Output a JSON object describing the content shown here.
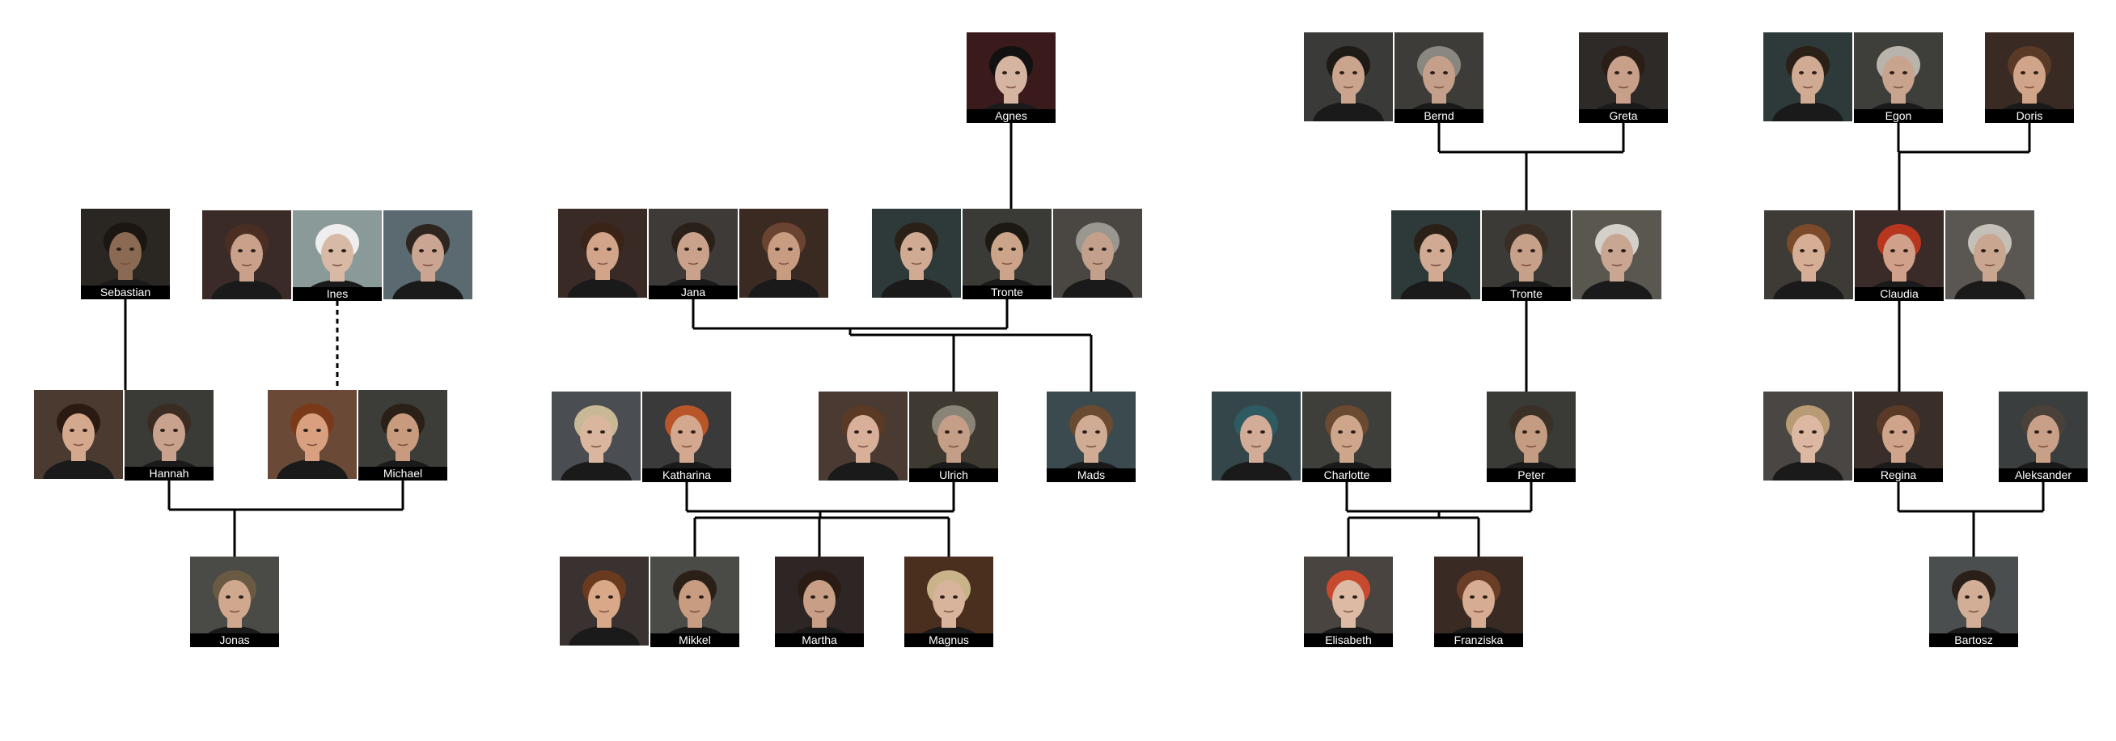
{
  "families": [
    {
      "people": [
        {
          "id": "sebastian",
          "name": "Sebastian",
          "images": [
            {
              "tone": "#2a2622",
              "skin": "#8a6a52",
              "hair": "#1c1612"
            }
          ]
        },
        {
          "id": "ines",
          "name": "Ines",
          "images": [
            {
              "tone": "#3b2b28",
              "skin": "#c9a08a",
              "hair": "#4a2e22"
            },
            {
              "tone": "#8a9a99",
              "skin": "#d8b9a6",
              "hair": "#eeeeee"
            },
            {
              "tone": "#5a6a70",
              "skin": "#caa592",
              "hair": "#2e2420"
            }
          ]
        },
        {
          "id": "hannah",
          "name": "Hannah",
          "images": [
            {
              "tone": "#4a3a30",
              "skin": "#d4a88c",
              "hair": "#2a1a12"
            },
            {
              "tone": "#3a3a36",
              "skin": "#c8a28c",
              "hair": "#3a2c22"
            }
          ]
        },
        {
          "id": "michael",
          "name": "Michael",
          "images": [
            {
              "tone": "#6a4a36",
              "skin": "#d8a07e",
              "hair": "#7a3a1a"
            },
            {
              "tone": "#3c3c38",
              "skin": "#c89a7e",
              "hair": "#2a2018"
            }
          ]
        },
        {
          "id": "jonas",
          "name": "Jonas",
          "images": [
            {
              "tone": "#4a4a46",
              "skin": "#d0a88e",
              "hair": "#6a5a44"
            }
          ]
        }
      ],
      "links": [
        {
          "type": "solid",
          "from": "sebastian",
          "to": "hannah"
        },
        {
          "type": "dashed",
          "from": "ines",
          "to": "michael"
        },
        {
          "type": "couple",
          "a": "hannah",
          "b": "michael",
          "children": [
            "jonas"
          ]
        }
      ]
    },
    {
      "people": [
        {
          "id": "agnes",
          "name": "Agnes",
          "images": [
            {
              "tone": "#3a1a1a",
              "skin": "#d6b4a2",
              "hair": "#111111"
            }
          ]
        },
        {
          "id": "jana",
          "name": "Jana",
          "images": [
            {
              "tone": "#3a2a26",
              "skin": "#d2a58a",
              "hair": "#3a2418"
            },
            {
              "tone": "#3e3a38",
              "skin": "#caa28c",
              "hair": "#2a201a"
            },
            {
              "tone": "#3a2a22",
              "skin": "#c89c80",
              "hair": "#6a4430"
            }
          ]
        },
        {
          "id": "tronte1",
          "name": "Tronte",
          "images": [
            {
              "tone": "#2e3a3a",
              "skin": "#d0aa92",
              "hair": "#2a2018"
            },
            {
              "tone": "#3a3a36",
              "skin": "#cca48a",
              "hair": "#1e1812"
            },
            {
              "tone": "#4a4642",
              "skin": "#c2a08c",
              "hair": "#9a9690"
            }
          ]
        },
        {
          "id": "katharina",
          "name": "Katharina",
          "images": [
            {
              "tone": "#4a4e52",
              "skin": "#dab69e",
              "hair": "#c8b896"
            },
            {
              "tone": "#3a3a3a",
              "skin": "#d4a88e",
              "hair": "#b8562a"
            }
          ]
        },
        {
          "id": "ulrich",
          "name": "Ulrich",
          "images": [
            {
              "tone": "#4a3a32",
              "skin": "#d8b09a",
              "hair": "#5a3a24"
            },
            {
              "tone": "#3e3a32",
              "skin": "#c49e86",
              "hair": "#8a8478"
            }
          ]
        },
        {
          "id": "mads",
          "name": "Mads",
          "images": [
            {
              "tone": "#3a4a4e",
              "skin": "#d0ac94",
              "hair": "#6a4a30"
            }
          ]
        },
        {
          "id": "mikkel",
          "name": "Mikkel",
          "images": [
            {
              "tone": "#3a3230",
              "skin": "#d8a888",
              "hair": "#6a3a1e"
            },
            {
              "tone": "#4a4a46",
              "skin": "#c89c80",
              "hair": "#2a2018"
            }
          ]
        },
        {
          "id": "martha",
          "name": "Martha",
          "images": [
            {
              "tone": "#2e2624",
              "skin": "#c89e86",
              "hair": "#2a1c14"
            }
          ]
        },
        {
          "id": "magnus",
          "name": "Magnus",
          "images": [
            {
              "tone": "#4a2e1e",
              "skin": "#d8b49c",
              "hair": "#c8b488"
            }
          ]
        }
      ],
      "links": [
        {
          "type": "solid",
          "from": "agnes",
          "to": "tronte1"
        },
        {
          "type": "couple",
          "a": "jana",
          "b": "tronte1",
          "children": [
            "ulrich",
            "mads"
          ]
        },
        {
          "type": "couple",
          "a": "katharina",
          "b": "ulrich",
          "children": [
            "mikkel",
            "martha",
            "magnus"
          ]
        }
      ]
    },
    {
      "people": [
        {
          "id": "bernd",
          "name": "Bernd",
          "images": [
            {
              "tone": "#3a3a38",
              "skin": "#caa48c",
              "hair": "#1e1a16"
            },
            {
              "tone": "#3e3c38",
              "skin": "#c4a08a",
              "hair": "#8a8680"
            }
          ]
        },
        {
          "id": "greta",
          "name": "Greta",
          "images": [
            {
              "tone": "#2e2a28",
              "skin": "#c8a08a",
              "hair": "#2a1e16"
            }
          ]
        },
        {
          "id": "tronte2",
          "name": "Tronte",
          "images": [
            {
              "tone": "#2e3a3a",
              "skin": "#d0aa92",
              "hair": "#2a2018"
            },
            {
              "tone": "#3c3a36",
              "skin": "#c6a088",
              "hair": "#3a2e24"
            },
            {
              "tone": "#5a5650",
              "skin": "#c8a692",
              "hair": "#d2d0c8"
            }
          ]
        },
        {
          "id": "charlotte",
          "name": "Charlotte",
          "images": [
            {
              "tone": "#34464a",
              "skin": "#d2ac96",
              "hair": "#2e5a62"
            },
            {
              "tone": "#3e3e3a",
              "skin": "#cda68c",
              "hair": "#6a4a30"
            }
          ]
        },
        {
          "id": "peter",
          "name": "Peter",
          "images": [
            {
              "tone": "#3a3a36",
              "skin": "#c49c82",
              "hair": "#3a3026"
            }
          ]
        },
        {
          "id": "elisabeth",
          "name": "Elisabeth",
          "images": [
            {
              "tone": "#4a4440",
              "skin": "#dcbaa4",
              "hair": "#c84a2e"
            }
          ]
        },
        {
          "id": "franziska",
          "name": "Franziska",
          "images": [
            {
              "tone": "#3a2a24",
              "skin": "#d6ac92",
              "hair": "#6a3e26"
            }
          ]
        }
      ],
      "links": [
        {
          "type": "couple",
          "a": "bernd",
          "b": "greta",
          "children": [
            "tronte2"
          ]
        },
        {
          "type": "solid",
          "from": "tronte2",
          "to": "peter"
        },
        {
          "type": "couple",
          "a": "charlotte",
          "b": "peter",
          "children": [
            "elisabeth",
            "franziska"
          ]
        }
      ]
    },
    {
      "people": [
        {
          "id": "egon",
          "name": "Egon",
          "images": [
            {
              "tone": "#2e3a3a",
              "skin": "#d0aa92",
              "hair": "#2a2018"
            },
            {
              "tone": "#3e3e3a",
              "skin": "#c8a48e",
              "hair": "#b8b4ac"
            }
          ]
        },
        {
          "id": "doris",
          "name": "Doris",
          "images": [
            {
              "tone": "#3a2a24",
              "skin": "#d0a488",
              "hair": "#5a3a26"
            }
          ]
        },
        {
          "id": "claudia",
          "name": "Claudia",
          "images": [
            {
              "tone": "#3e3a36",
              "skin": "#d6ae96",
              "hair": "#7a4a2a"
            },
            {
              "tone": "#3a2a28",
              "skin": "#d0a08a",
              "hair": "#b8361e"
            },
            {
              "tone": "#5a5652",
              "skin": "#c8a690",
              "hair": "#c4c0b8"
            }
          ]
        },
        {
          "id": "regina",
          "name": "Regina",
          "images": [
            {
              "tone": "#4a4644",
              "skin": "#dcb8a2",
              "hair": "#b89a74"
            },
            {
              "tone": "#3a2e2a",
              "skin": "#d0a48a",
              "hair": "#5a3a26"
            }
          ]
        },
        {
          "id": "aleksander",
          "name": "Aleksander",
          "images": [
            {
              "tone": "#3a3e3e",
              "skin": "#c8a088",
              "hair": "#4a423a"
            }
          ]
        },
        {
          "id": "bartosz",
          "name": "Bartosz",
          "images": [
            {
              "tone": "#4a4e4e",
              "skin": "#d2ae96",
              "hair": "#2a2018"
            }
          ]
        }
      ],
      "links": [
        {
          "type": "couple",
          "a": "egon",
          "b": "doris",
          "children": [
            "claudia"
          ]
        },
        {
          "type": "couple",
          "a": "regina",
          "b": "aleksander",
          "children": [
            "bartosz"
          ]
        },
        {
          "type": "solid",
          "from": "claudia",
          "to": "regina"
        }
      ]
    }
  ]
}
